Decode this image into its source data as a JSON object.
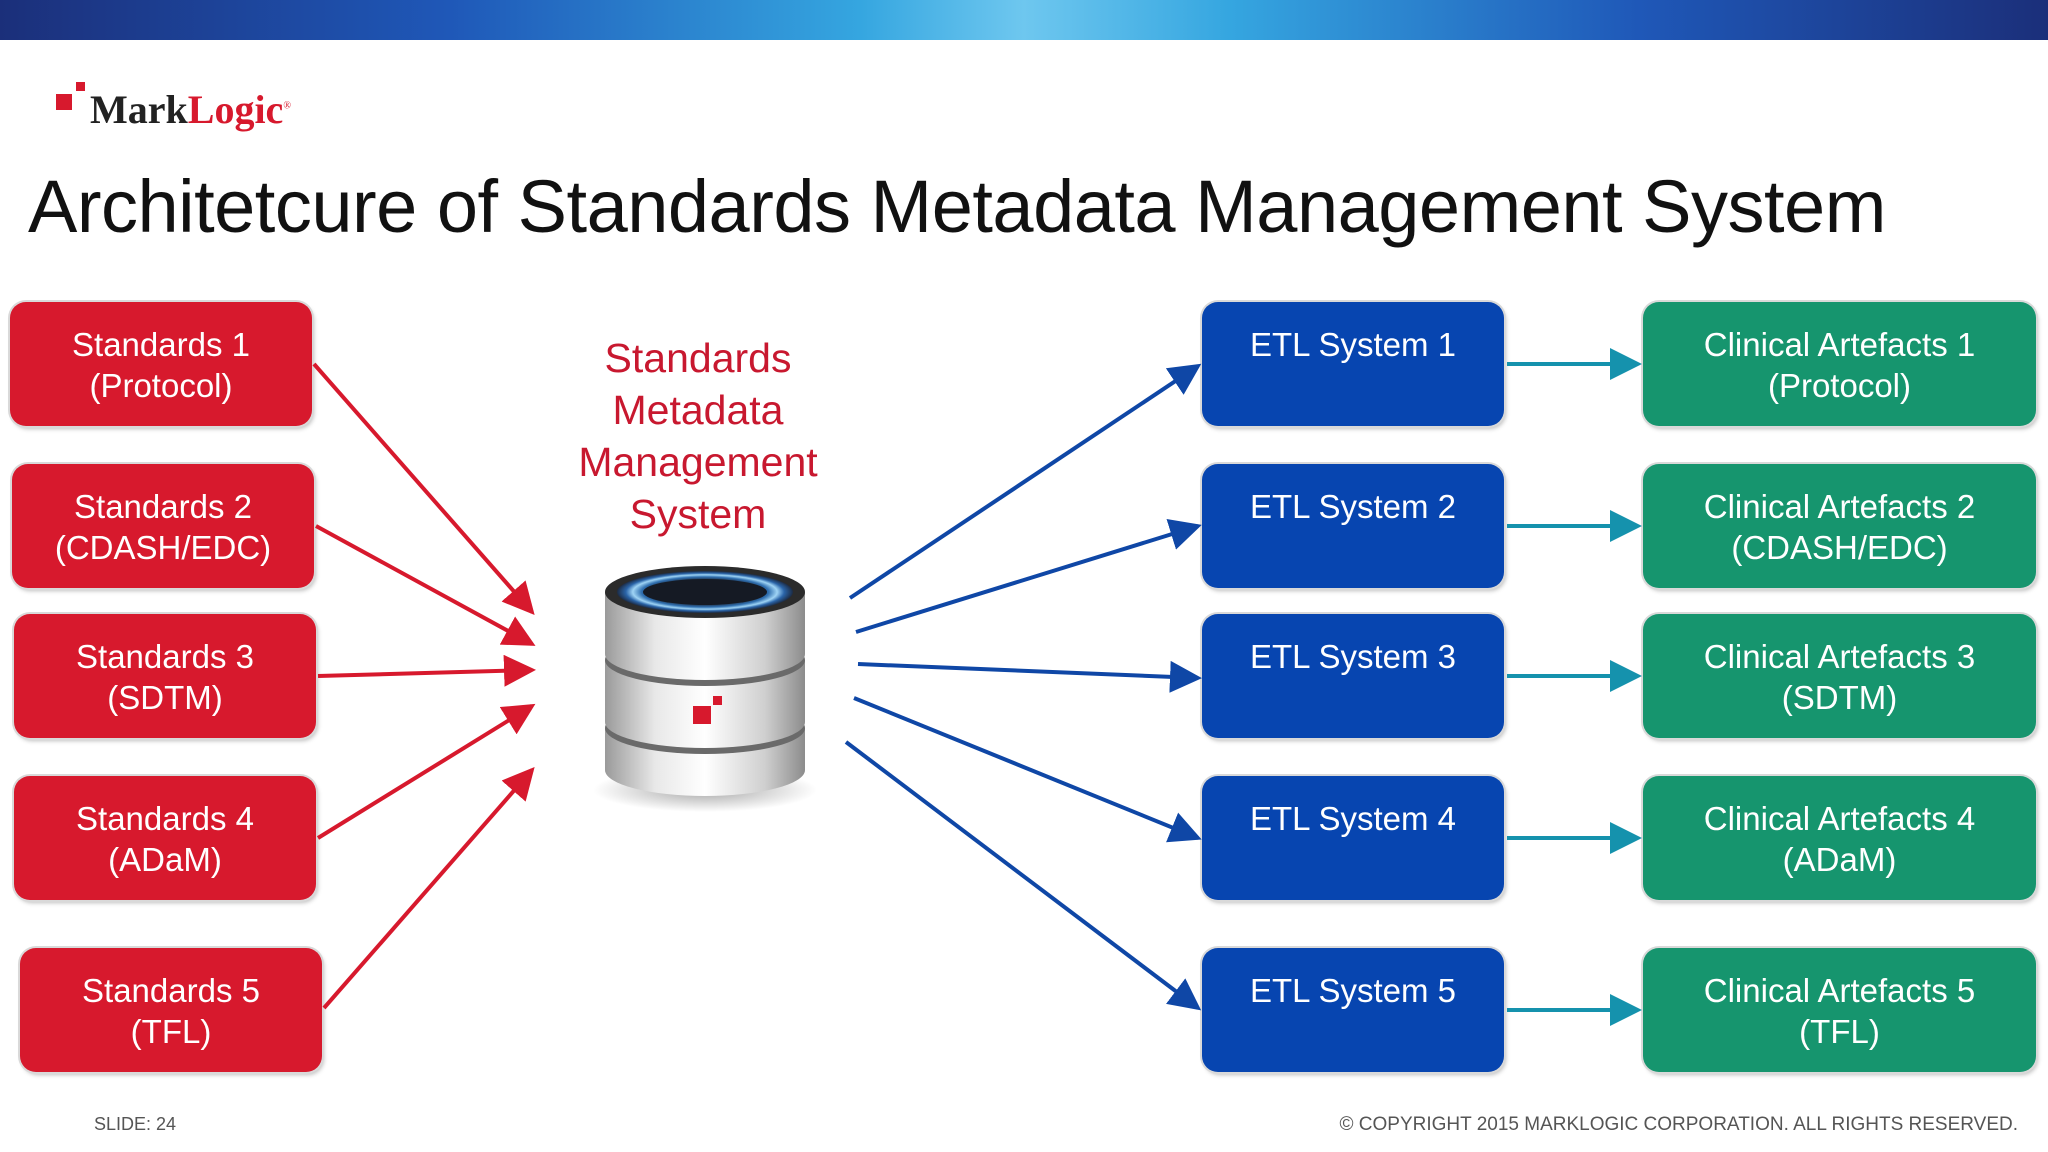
{
  "logo": {
    "mark": "Mark",
    "logic": "Logic",
    "reg": "®"
  },
  "title": "Architetcure of Standards Metadata Management System",
  "hub": {
    "lines": [
      "Standards",
      "Metadata",
      "Management",
      "System"
    ]
  },
  "standards": [
    {
      "line1": "Standards 1",
      "line2": "(Protocol)"
    },
    {
      "line1": "Standards 2",
      "line2": "(CDASH/EDC)"
    },
    {
      "line1": "Standards 3",
      "line2": "(SDTM)"
    },
    {
      "line1": "Standards 4",
      "line2": "(ADaM)"
    },
    {
      "line1": "Standards 5",
      "line2": "(TFL)"
    }
  ],
  "etl": [
    {
      "label": "ETL System 1"
    },
    {
      "label": "ETL System 2"
    },
    {
      "label": "ETL System 3"
    },
    {
      "label": "ETL System 4"
    },
    {
      "label": "ETL System 5"
    }
  ],
  "artefacts": [
    {
      "line1": "Clinical Artefacts 1",
      "line2": "(Protocol)"
    },
    {
      "line1": "Clinical Artefacts 2",
      "line2": "(CDASH/EDC)"
    },
    {
      "line1": "Clinical Artefacts 3",
      "line2": "(SDTM)"
    },
    {
      "line1": "Clinical Artefacts 4",
      "line2": "(ADaM)"
    },
    {
      "line1": "Clinical Artefacts 5",
      "line2": "(TFL)"
    }
  ],
  "colors": {
    "red": "#d7192d",
    "blue": "#0745b0",
    "green": "#16956e",
    "teal_arrow": "#1592ad",
    "blue_arrow": "#0f47a6"
  },
  "footer": {
    "slide": "SLIDE: 24",
    "copyright": "© COPYRIGHT 2015 MARKLOGIC CORPORATION. ALL RIGHTS RESERVED."
  }
}
